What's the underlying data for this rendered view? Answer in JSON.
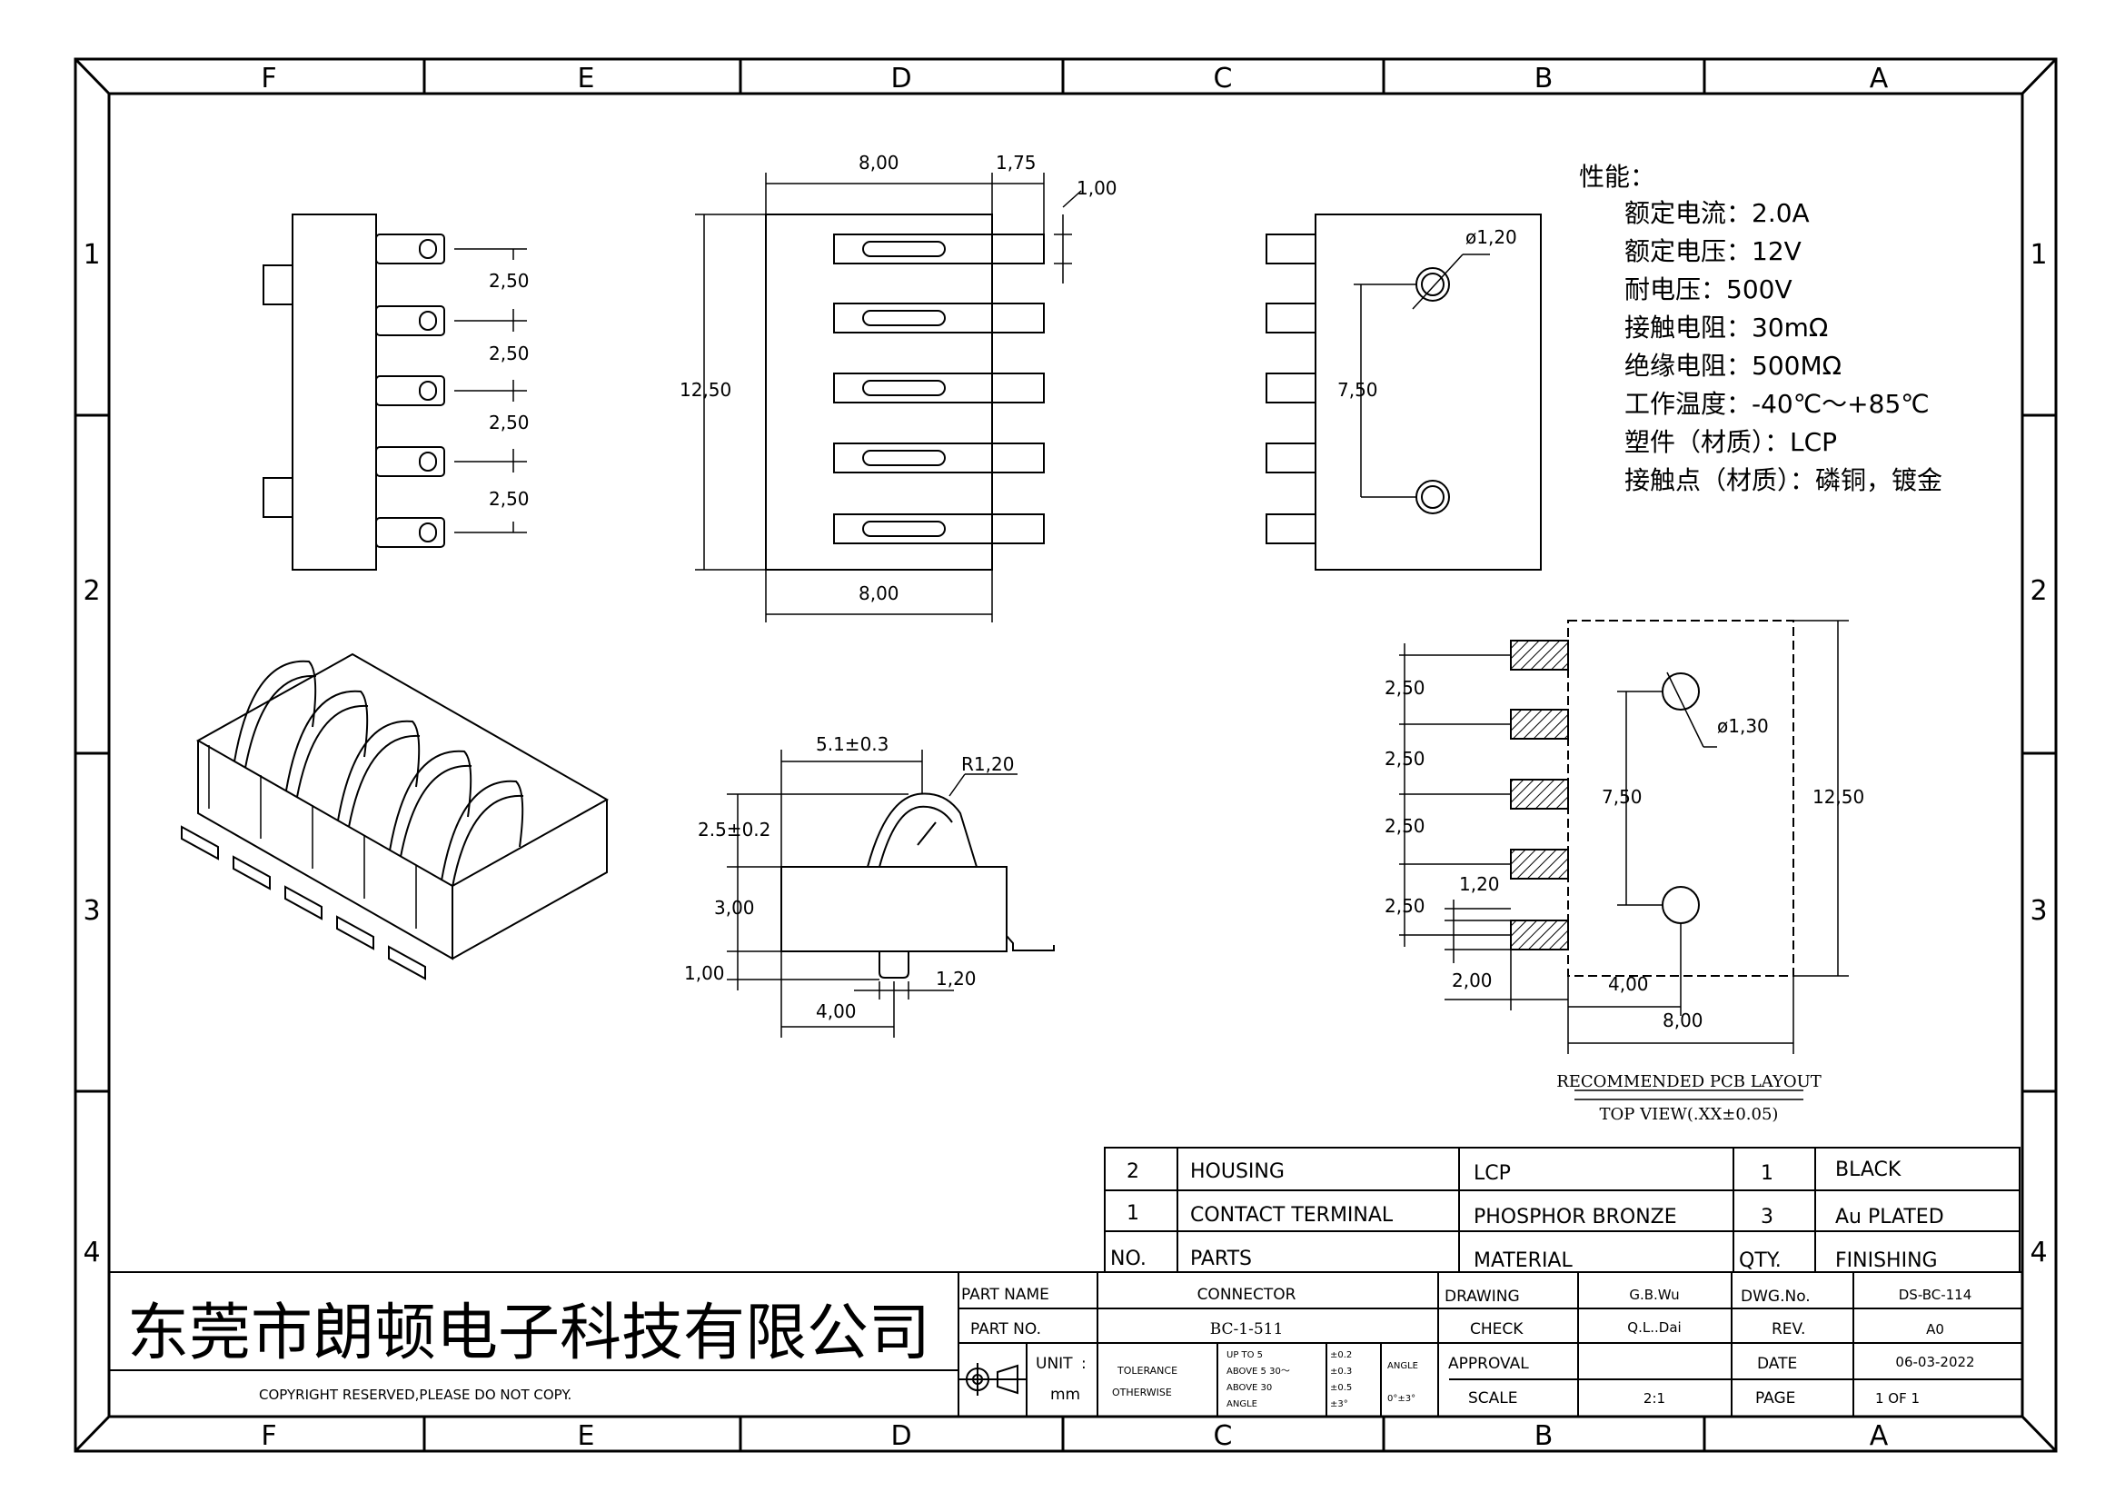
{
  "border": {
    "columns": [
      "F",
      "E",
      "D",
      "C",
      "B",
      "A"
    ],
    "rows": [
      "1",
      "2",
      "3",
      "4"
    ]
  },
  "views": {
    "side": {
      "pitch_labels": [
        "2,50",
        "2,50",
        "2,50",
        "2,50"
      ]
    },
    "top": {
      "width_top": "8,00",
      "tail": "1,75",
      "pin_width": "1,00",
      "height": "12,50",
      "width_bottom": "8,00"
    },
    "bottom": {
      "hole_dia": "ø1,20",
      "hole_pitch": "7,50"
    },
    "profile": {
      "contact_span": "5.1±0.3",
      "radius": "R1,20",
      "contact_height": "2.5±0.2",
      "body_height": "3,00",
      "peg_height": "1,00",
      "peg_offset": "4,00",
      "peg_dia": "1,20"
    },
    "pcb": {
      "pad_pitch": [
        "2,50",
        "2,50",
        "2,50",
        "2,50"
      ],
      "hole_dia": "ø1,30",
      "hole_pitch": "7,50",
      "length": "12,50",
      "pad_width": "1,20",
      "pad_length": "2,00",
      "hole_offset": "4,00",
      "width": "8,00",
      "caption_line1": "RECOMMENDED PCB LAYOUT",
      "caption_line2": "TOP VIEW(.XX±0.05)"
    }
  },
  "specs": {
    "title": "性能：",
    "items": [
      "额定电流：2.0A",
      "额定电压：12V",
      "耐电压：500V",
      "接触电阻：30mΩ",
      "绝缘电阻：500MΩ",
      "工作温度：-40℃～+85℃",
      "塑件（材质）：LCP",
      "接触点（材质）：磷铜，镀金"
    ]
  },
  "bom": {
    "rows": [
      {
        "no": "2",
        "part": "HOUSING",
        "material": "LCP",
        "qty": "1",
        "finishing": "BLACK"
      },
      {
        "no": "1",
        "part": "CONTACT TERMINAL",
        "material": "PHOSPHOR BRONZE",
        "qty": "3",
        "finishing": "Au PLATED"
      }
    ],
    "header": {
      "no": "NO.",
      "part": "PARTS",
      "material": "MATERIAL",
      "qty": "QTY.",
      "finishing": "FINISHING"
    }
  },
  "title_block": {
    "company": "东莞市朗顿电子科技有限公司",
    "copyright": "COPYRIGHT RESERVED,PLEASE DO NOT COPY.",
    "part_name_label": "PART NAME",
    "part_name": "CONNECTOR",
    "part_no_label": "PART NO.",
    "part_no": "BC-1-511",
    "unit_label": "UNIT",
    "unit_colon": ":",
    "unit_value": "mm",
    "tolerance_label": "TOLERANCE",
    "otherwise_label": "OTHERWISE",
    "tol_rows": [
      {
        "range": "UP TO 5",
        "value": "±0.2"
      },
      {
        "range": "ABOVE 5  30～",
        "value": "±0.3"
      },
      {
        "range": "ABOVE 30",
        "value": "±0.5"
      },
      {
        "range": "ANGLE",
        "value": "±3°"
      }
    ],
    "angle_label": "ANGLE",
    "angle_value": "0°±3°",
    "drawing_label": "DRAWING",
    "drawing_value": "G.B.Wu",
    "check_label": "CHECK",
    "check_value": "Q.L..Dai",
    "approval_label": "APPROVAL",
    "approval_value": "",
    "scale_label": "SCALE",
    "scale_value": "2:1",
    "dwg_no_label": "DWG.No.",
    "dwg_no": "DS-BC-114",
    "rev_label": "REV.",
    "rev": "A0",
    "date_label": "DATE",
    "date": "06-03-2022",
    "page_label": "PAGE",
    "page": "1 OF 1"
  }
}
